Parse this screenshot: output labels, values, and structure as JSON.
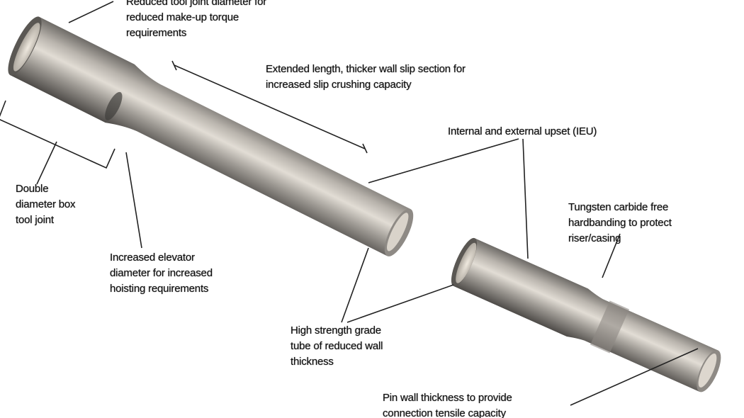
{
  "labels": {
    "tool_joint_diameter": [
      "Reduced tool joint diameter for",
      "reduced make-up torque",
      "requirements"
    ],
    "slip_section": [
      "Extended length, thicker wall slip section for",
      "increased slip crushing capacity"
    ],
    "upset": [
      "Internal and external upset (IEU)"
    ],
    "box_tool_joint": [
      "Double",
      "diameter box",
      "tool joint"
    ],
    "elevator_diameter": [
      "Increased elevator",
      "diameter for increased",
      "hoisting requirements"
    ],
    "hardbanding": [
      "Tungsten carbide free",
      "hardbanding to protect",
      "riser/casing"
    ],
    "tube": [
      "High strength grade",
      "tube of reduced wall",
      "thickness"
    ],
    "pin_wall": [
      "Pin wall thickness to provide",
      "connection tensile capacity"
    ]
  },
  "colors": {
    "pipe_light": "#d8d3cc",
    "pipe_mid": "#9a9690",
    "pipe_dark": "#55524f",
    "text": "#111111"
  }
}
